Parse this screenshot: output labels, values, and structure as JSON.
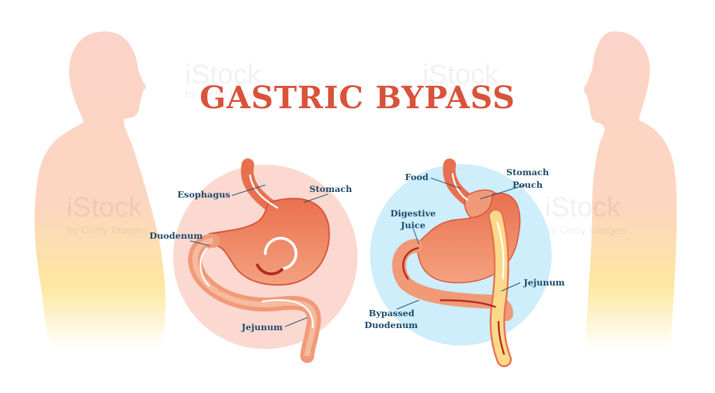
{
  "title": "GASTRIC BYPASS",
  "watermark": {
    "brand": "iStock",
    "sub": "by Getty Images"
  },
  "before": {
    "labels": {
      "esophagus": "Esophagus",
      "stomach": "Stomach",
      "duodenum": "Duodenum",
      "jejunum": "Jejunum"
    }
  },
  "after": {
    "labels": {
      "food": "Food",
      "stomach_pouch_1": "Stomach",
      "stomach_pouch_2": "Pouch",
      "digestive_juice_1": "Digestive",
      "digestive_juice_2": "Juice",
      "jejunum": "Jejunum",
      "bypassed_duodenum_1": "Bypassed",
      "bypassed_duodenum_2": "Duodenum"
    }
  },
  "colors": {
    "title": "#d9523a",
    "label": "#1d4a6a",
    "before_circle": "#fbd9d0",
    "after_circle": "#cdeefa",
    "stomach": "#f09a78",
    "jejunum_bypass": "#fbd98a"
  }
}
